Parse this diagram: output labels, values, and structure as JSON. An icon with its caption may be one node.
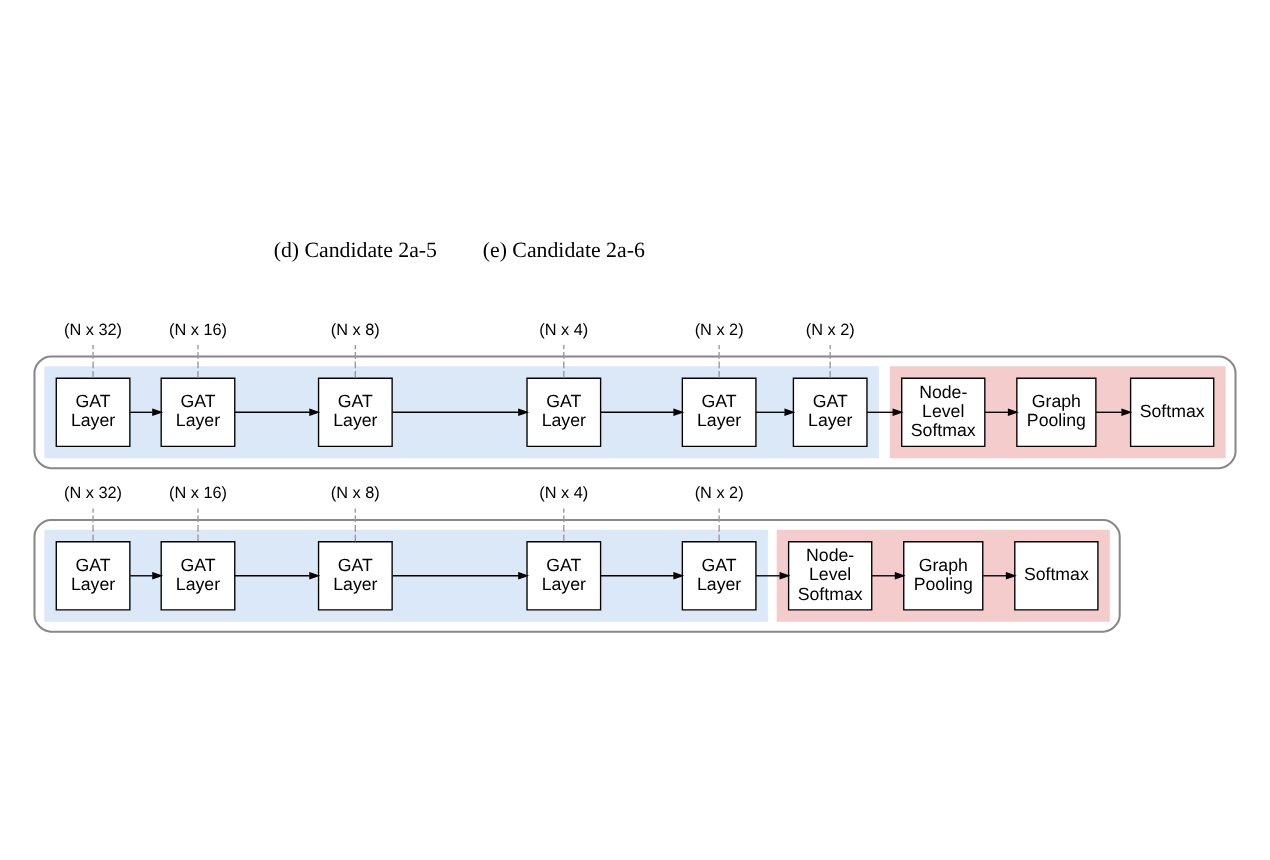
{
  "diagram": {
    "nodes": [
      {
        "text": [],
        "shape": "box"
      },
      {
        "text": [],
        "shape": "box",
        "in": 0
      },
      {
        "text": [],
        "shape": "box",
        "in": 0
      },
      {
        "text": [
          "GAT Layer"
        ],
        "in": 1
      },
      {
        "text": [
          "GAT Layer"
        ],
        "in": 1
      },
      {
        "text": [
          "GAT Layer"
        ],
        "in": 1
      },
      {
        "text": [
          "GAT Layer"
        ],
        "in": 1
      },
      {
        "text": [
          "GAT Layer"
        ],
        "in": 1
      },
      {
        "text": [
          "Node-Level Softmax"
        ],
        "in": 2
      },
      {
        "text": [
          "Graph Pooling"
        ],
        "in": 2
      },
      {
        "text": [
          "Softmax"
        ],
        "in": 2
      },
      {
        "text": [
          "(N x 32)"
        ]
      },
      {
        "text": [
          "(N x 16)"
        ]
      },
      {
        "text": [
          "(N x 8)"
        ]
      },
      {
        "text": [
          "(N x 4)"
        ]
      },
      {
        "text": [
          "(N x 2)"
        ]
      },
      {
        "text": [],
        "shape": "box"
      },
      {
        "text": [],
        "shape": "box",
        "in": 16
      },
      {
        "text": [],
        "shape": "box",
        "in": 16
      },
      {
        "text": [
          "GAT Layer"
        ],
        "in": 17
      },
      {
        "text": [
          "GAT Layer"
        ],
        "in": 17
      },
      {
        "text": [
          "GAT Layer"
        ],
        "in": 17
      },
      {
        "text": [
          "GAT Layer"
        ],
        "in": 17
      },
      {
        "text": [
          "GAT Layer"
        ],
        "in": 17
      },
      {
        "text": [
          "GAT Layer"
        ],
        "in": 17
      },
      {
        "text": [
          "Node-Level Softmax"
        ],
        "in": 18
      },
      {
        "text": [
          "Graph Pooling"
        ],
        "in": 18
      },
      {
        "text": [
          "Softmax"
        ],
        "in": 18
      },
      {
        "text": [
          "(N x 32)"
        ]
      },
      {
        "text": [
          "(N x 16)"
        ]
      },
      {
        "text": [
          "(N x 8)"
        ]
      },
      {
        "text": [
          "(N x 4)"
        ]
      },
      {
        "text": [
          "(N x 2)"
        ]
      },
      {
        "text": [
          "(N x 2)"
        ]
      }
    ],
    "edges": [
      {
        "from": 3,
        "to": 4,
        "arrow": "to"
      },
      {
        "from": 4,
        "to": 5,
        "arrow": "to"
      },
      {
        "from": 5,
        "to": 6,
        "arrow": "to"
      },
      {
        "from": 6,
        "to": 7,
        "arrow": "to"
      },
      {
        "from": 7,
        "to": 8,
        "arrow": "to"
      },
      {
        "from": 8,
        "to": 9,
        "arrow": "to"
      },
      {
        "from": 9,
        "to": 10,
        "arrow": "to"
      },
      {
        "from": 3,
        "to": 11,
        "arrow": "none",
        "style": "dashed",
        "color": "#999999"
      },
      {
        "from": 4,
        "to": 12,
        "arrow": "none",
        "style": "dashed",
        "color": "#999999"
      },
      {
        "from": 5,
        "to": 13,
        "arrow": "none",
        "style": "dashed",
        "color": "#999999"
      },
      {
        "from": 6,
        "to": 14,
        "arrow": "none",
        "style": "dashed",
        "color": "#999999"
      },
      {
        "from": 7,
        "to": 15,
        "arrow": "none",
        "style": "dashed",
        "color": "#999999"
      },
      {
        "from": 19,
        "to": 20,
        "arrow": "to"
      },
      {
        "from": 20,
        "to": 21,
        "arrow": "to"
      },
      {
        "from": 21,
        "to": 22,
        "arrow": "to"
      },
      {
        "from": 22,
        "to": 23,
        "arrow": "to"
      },
      {
        "from": 23,
        "to": 24,
        "arrow": "to"
      },
      {
        "from": 24,
        "to": 25,
        "arrow": "to"
      },
      {
        "from": 25,
        "to": 26,
        "arrow": "to"
      },
      {
        "from": 26,
        "to": 27,
        "arrow": "to"
      },
      {
        "from": 19,
        "to": 28,
        "arrow": "none",
        "style": "dashed",
        "color": "#999999"
      },
      {
        "from": 20,
        "to": 29,
        "arrow": "none",
        "style": "dashed",
        "color": "#999999"
      },
      {
        "from": 21,
        "to": 30,
        "arrow": "none",
        "style": "dashed",
        "color": "#999999"
      },
      {
        "from": 22,
        "to": 31,
        "arrow": "none",
        "style": "dashed",
        "color": "#999999"
      },
      {
        "from": 23,
        "to": 32,
        "arrow": "none",
        "style": "dashed",
        "color": "#999999"
      },
      {
        "from": 24,
        "to": 33,
        "arrow": "none",
        "style": "dashed",
        "color": "#999999"
      }
    ],
    "labels": [
      "(d) Candidate 2a-5",
      "(e) Candidate 2a-6"
    ]
  }
}
